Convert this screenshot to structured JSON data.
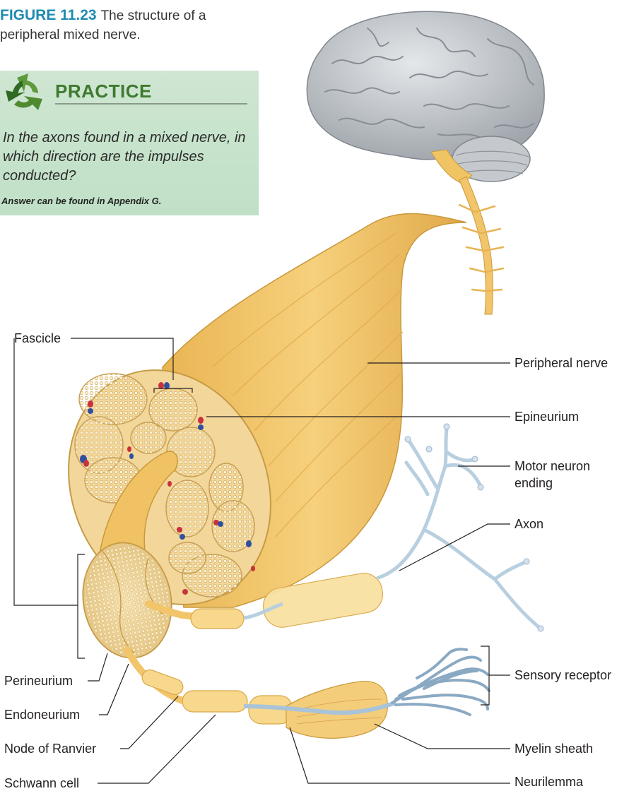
{
  "caption": {
    "figure_number": "FIGURE 11.23",
    "text": "The structure of a peripheral mixed nerve."
  },
  "practice": {
    "title": "PRACTICE",
    "question": "In the axons found in a mixed nerve, in which direction are the impulses conducted?",
    "answer_note": "Answer can be found in Appendix G.",
    "icon": "recycle-arrows-icon"
  },
  "labels": {
    "fascicle": "Fascicle",
    "peripheral_nerve": "Peripheral nerve",
    "epineurium": "Epineurium",
    "motor_neuron_ending_1": "Motor neuron",
    "motor_neuron_ending_2": "ending",
    "axon": "Axon",
    "sensory_receptor": "Sensory receptor",
    "perineurium": "Perineurium",
    "endoneurium": "Endoneurium",
    "node_of_ranvier": "Node of Ranvier",
    "schwann_cell": "Schwann cell",
    "myelin_sheath": "Myelin sheath",
    "neurilemma": "Neurilemma"
  },
  "colors": {
    "caption_accent": "#1f8bb0",
    "practice_green": "#3e7a2e",
    "practice_bg": "#c6e3cb",
    "nerve_gold": "#f1c56a",
    "nerve_shadow": "#d9a441",
    "axon_blue": "#b8cfe0",
    "brain_gray": "#bfc3c8",
    "vessel_red": "#c8323c",
    "vessel_blue": "#2f4fa0"
  }
}
